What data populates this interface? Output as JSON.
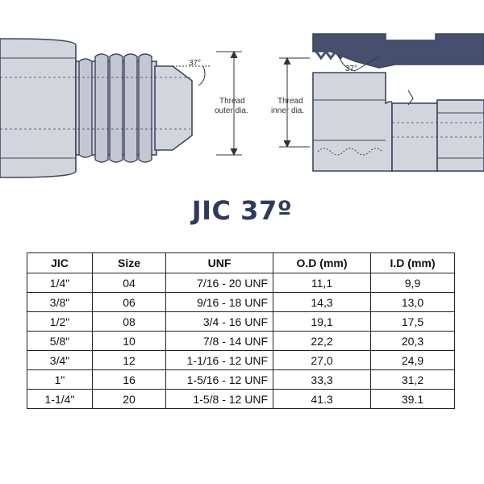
{
  "diagram": {
    "male_angle": "37°",
    "male_label_line1": "Thread",
    "male_label_line2": "outer dia.",
    "female_angle": "37°",
    "female_label_line1": "Thread",
    "female_label_line2": "inner dia.",
    "colors": {
      "metal": "#d3d5dd",
      "dark": "#46506e",
      "outline": "#3d4660"
    }
  },
  "title": "JIC 37º",
  "table": {
    "headers": [
      "JIC",
      "Size",
      "UNF",
      "O.D (mm)",
      "I.D (mm)"
    ],
    "rows": [
      [
        "1/4\"",
        "04",
        "7/16 - 20 UNF",
        "11,1",
        "9,9"
      ],
      [
        "3/8\"",
        "06",
        "9/16 - 18 UNF",
        "14,3",
        "13,0"
      ],
      [
        "1/2\"",
        "08",
        "3/4 - 16 UNF",
        "19,1",
        "17,5"
      ],
      [
        "5/8\"",
        "10",
        "7/8 - 14 UNF",
        "22,2",
        "20,3"
      ],
      [
        "3/4\"",
        "12",
        "1-1/16 - 12 UNF",
        "27,0",
        "24,9"
      ],
      [
        "1\"",
        "16",
        "1-5/16 - 12 UNF",
        "33,3",
        "31,2"
      ],
      [
        "1-1/4\"",
        "20",
        "1-5/8 - 12 UNF",
        "41.3",
        "39.1"
      ]
    ]
  }
}
